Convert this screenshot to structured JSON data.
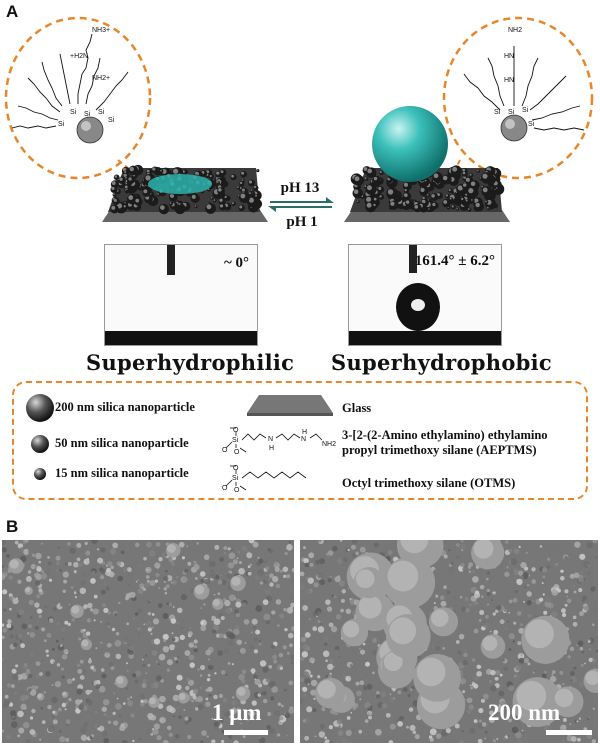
{
  "panel_a": {
    "letter": "A",
    "left_state": "Superhydrophilic",
    "right_state": "Superhydrophobic",
    "left_angle": "~ 0°",
    "right_angle": "161.4° ± 6.2°",
    "ph_top": "pH 13",
    "ph_bottom": "pH 1",
    "left_chem": {
      "nh3": "NH3+",
      "h2n": "+H2N",
      "nh2": "NH2+",
      "si": "Si"
    },
    "right_chem": {
      "nh2": "NH2",
      "hn": "HN",
      "hn2": "HN",
      "si": "Si"
    }
  },
  "legend": {
    "items": [
      {
        "label": "200 nm silica nanoparticle"
      },
      {
        "label": "50 nm silica nanoparticle"
      },
      {
        "label": "15 nm silica nanoparticle"
      }
    ],
    "glass": "Glass",
    "aeptms_line1": "3-[2-(2-Amino ethylamino) ethylamino",
    "aeptms_line2": "propyl trimethoxy silane (AEPTMS)",
    "otms": "Octyl trimethoxy silane (OTMS)",
    "chem": {
      "si": "Si",
      "o": "O",
      "n": "N",
      "h": "H",
      "nh2": "NH2"
    }
  },
  "panel_b": {
    "letter": "B",
    "left_scale": "1 μm",
    "right_scale": "200 nm"
  },
  "colors": {
    "orange": "#e8862a",
    "teal": "#2bb3ae",
    "dark": "#222222"
  }
}
